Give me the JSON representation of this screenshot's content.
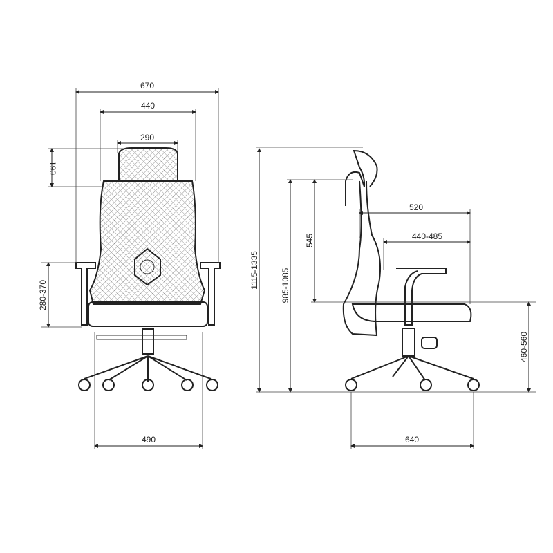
{
  "front_view": {
    "overall_width": "670",
    "back_width": "440",
    "headrest_width": "290",
    "headrest_adjust": "190",
    "armrest_height": "280-370",
    "base_width": "490"
  },
  "side_view": {
    "overall_height": "1115-1335",
    "back_top_height": "985-1085",
    "backrest_height": "545",
    "seat_depth_max": "520",
    "seat_depth_range": "440-485",
    "seat_height": "460-560",
    "base_depth": "640"
  }
}
